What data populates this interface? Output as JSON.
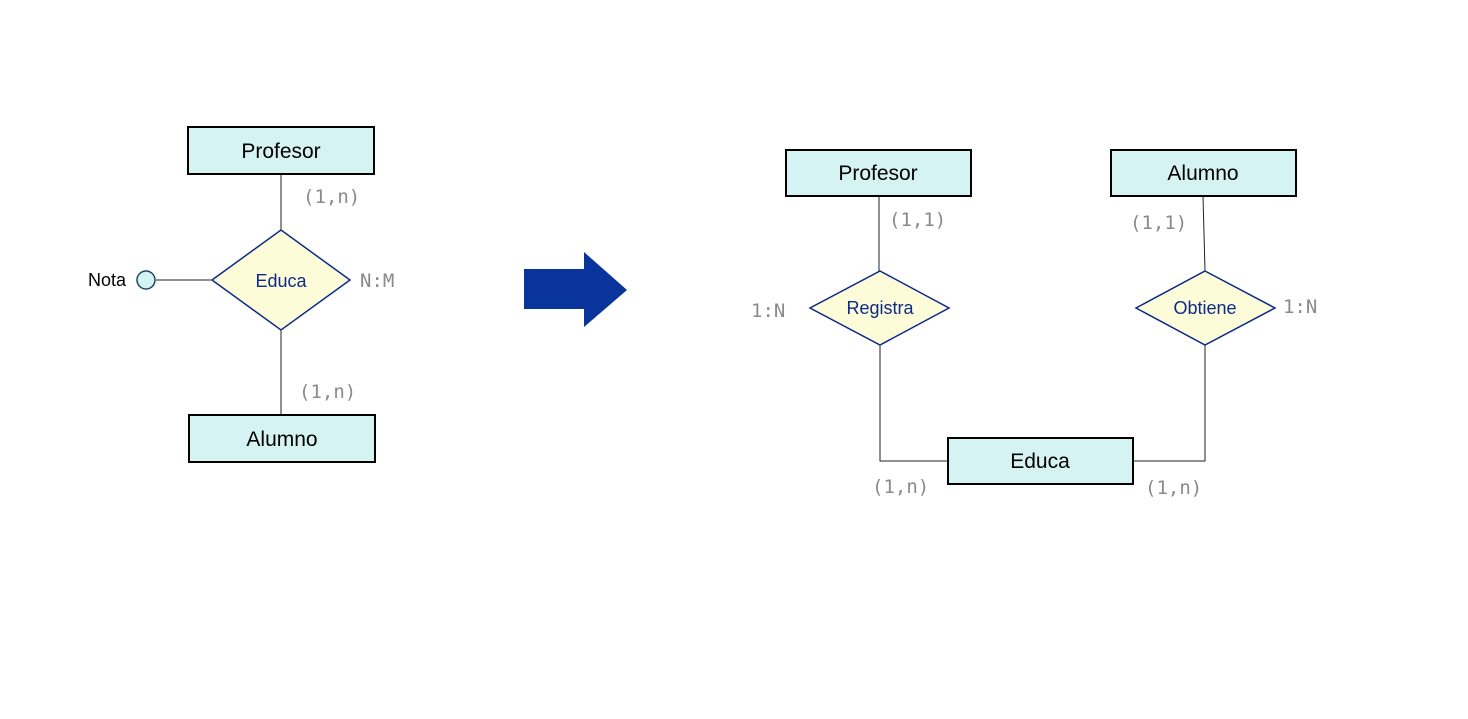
{
  "left_diagram": {
    "entity_top": "Profesor",
    "entity_bottom": "Alumno",
    "relationship": "Educa",
    "attribute": "Nota",
    "card_top": "(1,n)",
    "card_bottom": "(1,n)",
    "ratio": "N:M"
  },
  "right_diagram": {
    "entity_left": "Profesor",
    "entity_right": "Alumno",
    "entity_middle": "Educa",
    "rel_left": "Registra",
    "rel_right": "Obtiene",
    "card_left_top": "(1,1)",
    "card_right_top": "(1,1)",
    "card_left_bottom": "(1,n)",
    "card_right_bottom": "(1,n)",
    "ratio_left": "1:N",
    "ratio_right": "1:N"
  },
  "colors": {
    "entity_fill": "#d6f3f3",
    "relationship_fill": "#fdfcd8",
    "relationship_stroke": "#0d2a8a",
    "arrow": "#08349c"
  }
}
